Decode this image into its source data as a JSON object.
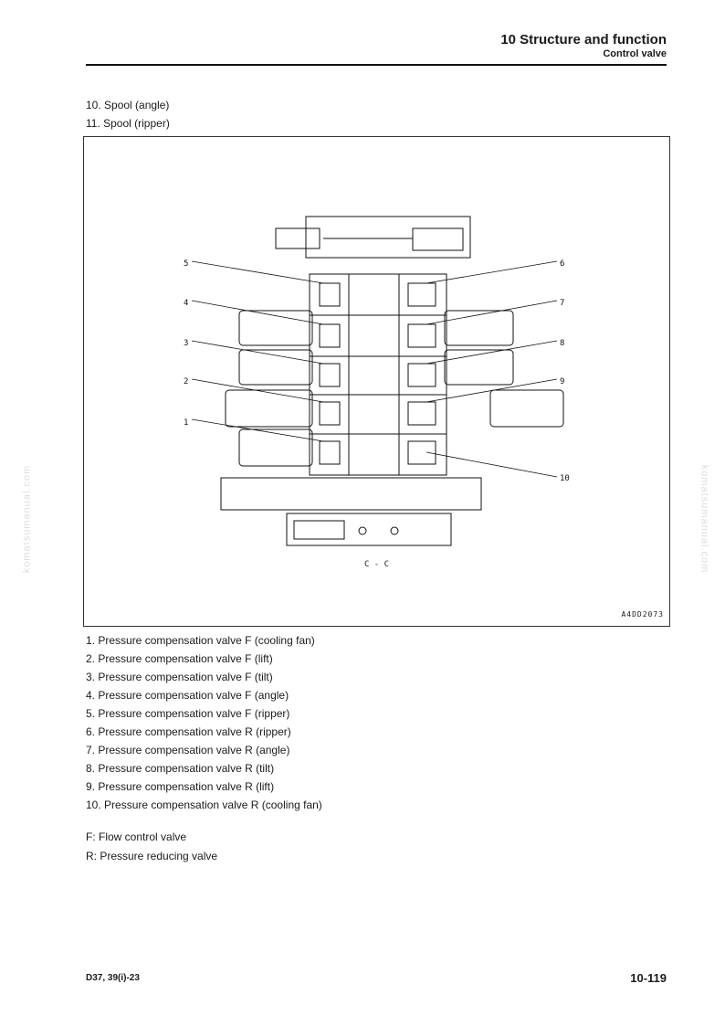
{
  "header": {
    "title": "10 Structure and function",
    "subtitle": "Control valve"
  },
  "intro_items": [
    "10. Spool (angle)",
    "11. Spool (ripper)"
  ],
  "figure": {
    "code": "A4DD2073",
    "section_label": "C - C",
    "callouts": [
      "1",
      "2",
      "3",
      "4",
      "5",
      "6",
      "7",
      "8",
      "9",
      "10"
    ]
  },
  "legend": [
    "1. Pressure compensation valve F (cooling fan)",
    "2. Pressure compensation valve F (lift)",
    "3. Pressure compensation valve F (tilt)",
    "4. Pressure compensation valve F (angle)",
    "5. Pressure compensation valve F (ripper)",
    "6. Pressure compensation valve R (ripper)",
    "7. Pressure compensation valve R (angle)",
    "8. Pressure compensation valve R (tilt)",
    "9. Pressure compensation valve R (lift)",
    "10. Pressure compensation valve R (cooling fan)"
  ],
  "notes": [
    "F: Flow control valve",
    "R: Pressure reducing valve"
  ],
  "footer": {
    "model": "D37, 39(i)-23",
    "page": "10-119"
  },
  "watermark": "komatsumanual.com"
}
